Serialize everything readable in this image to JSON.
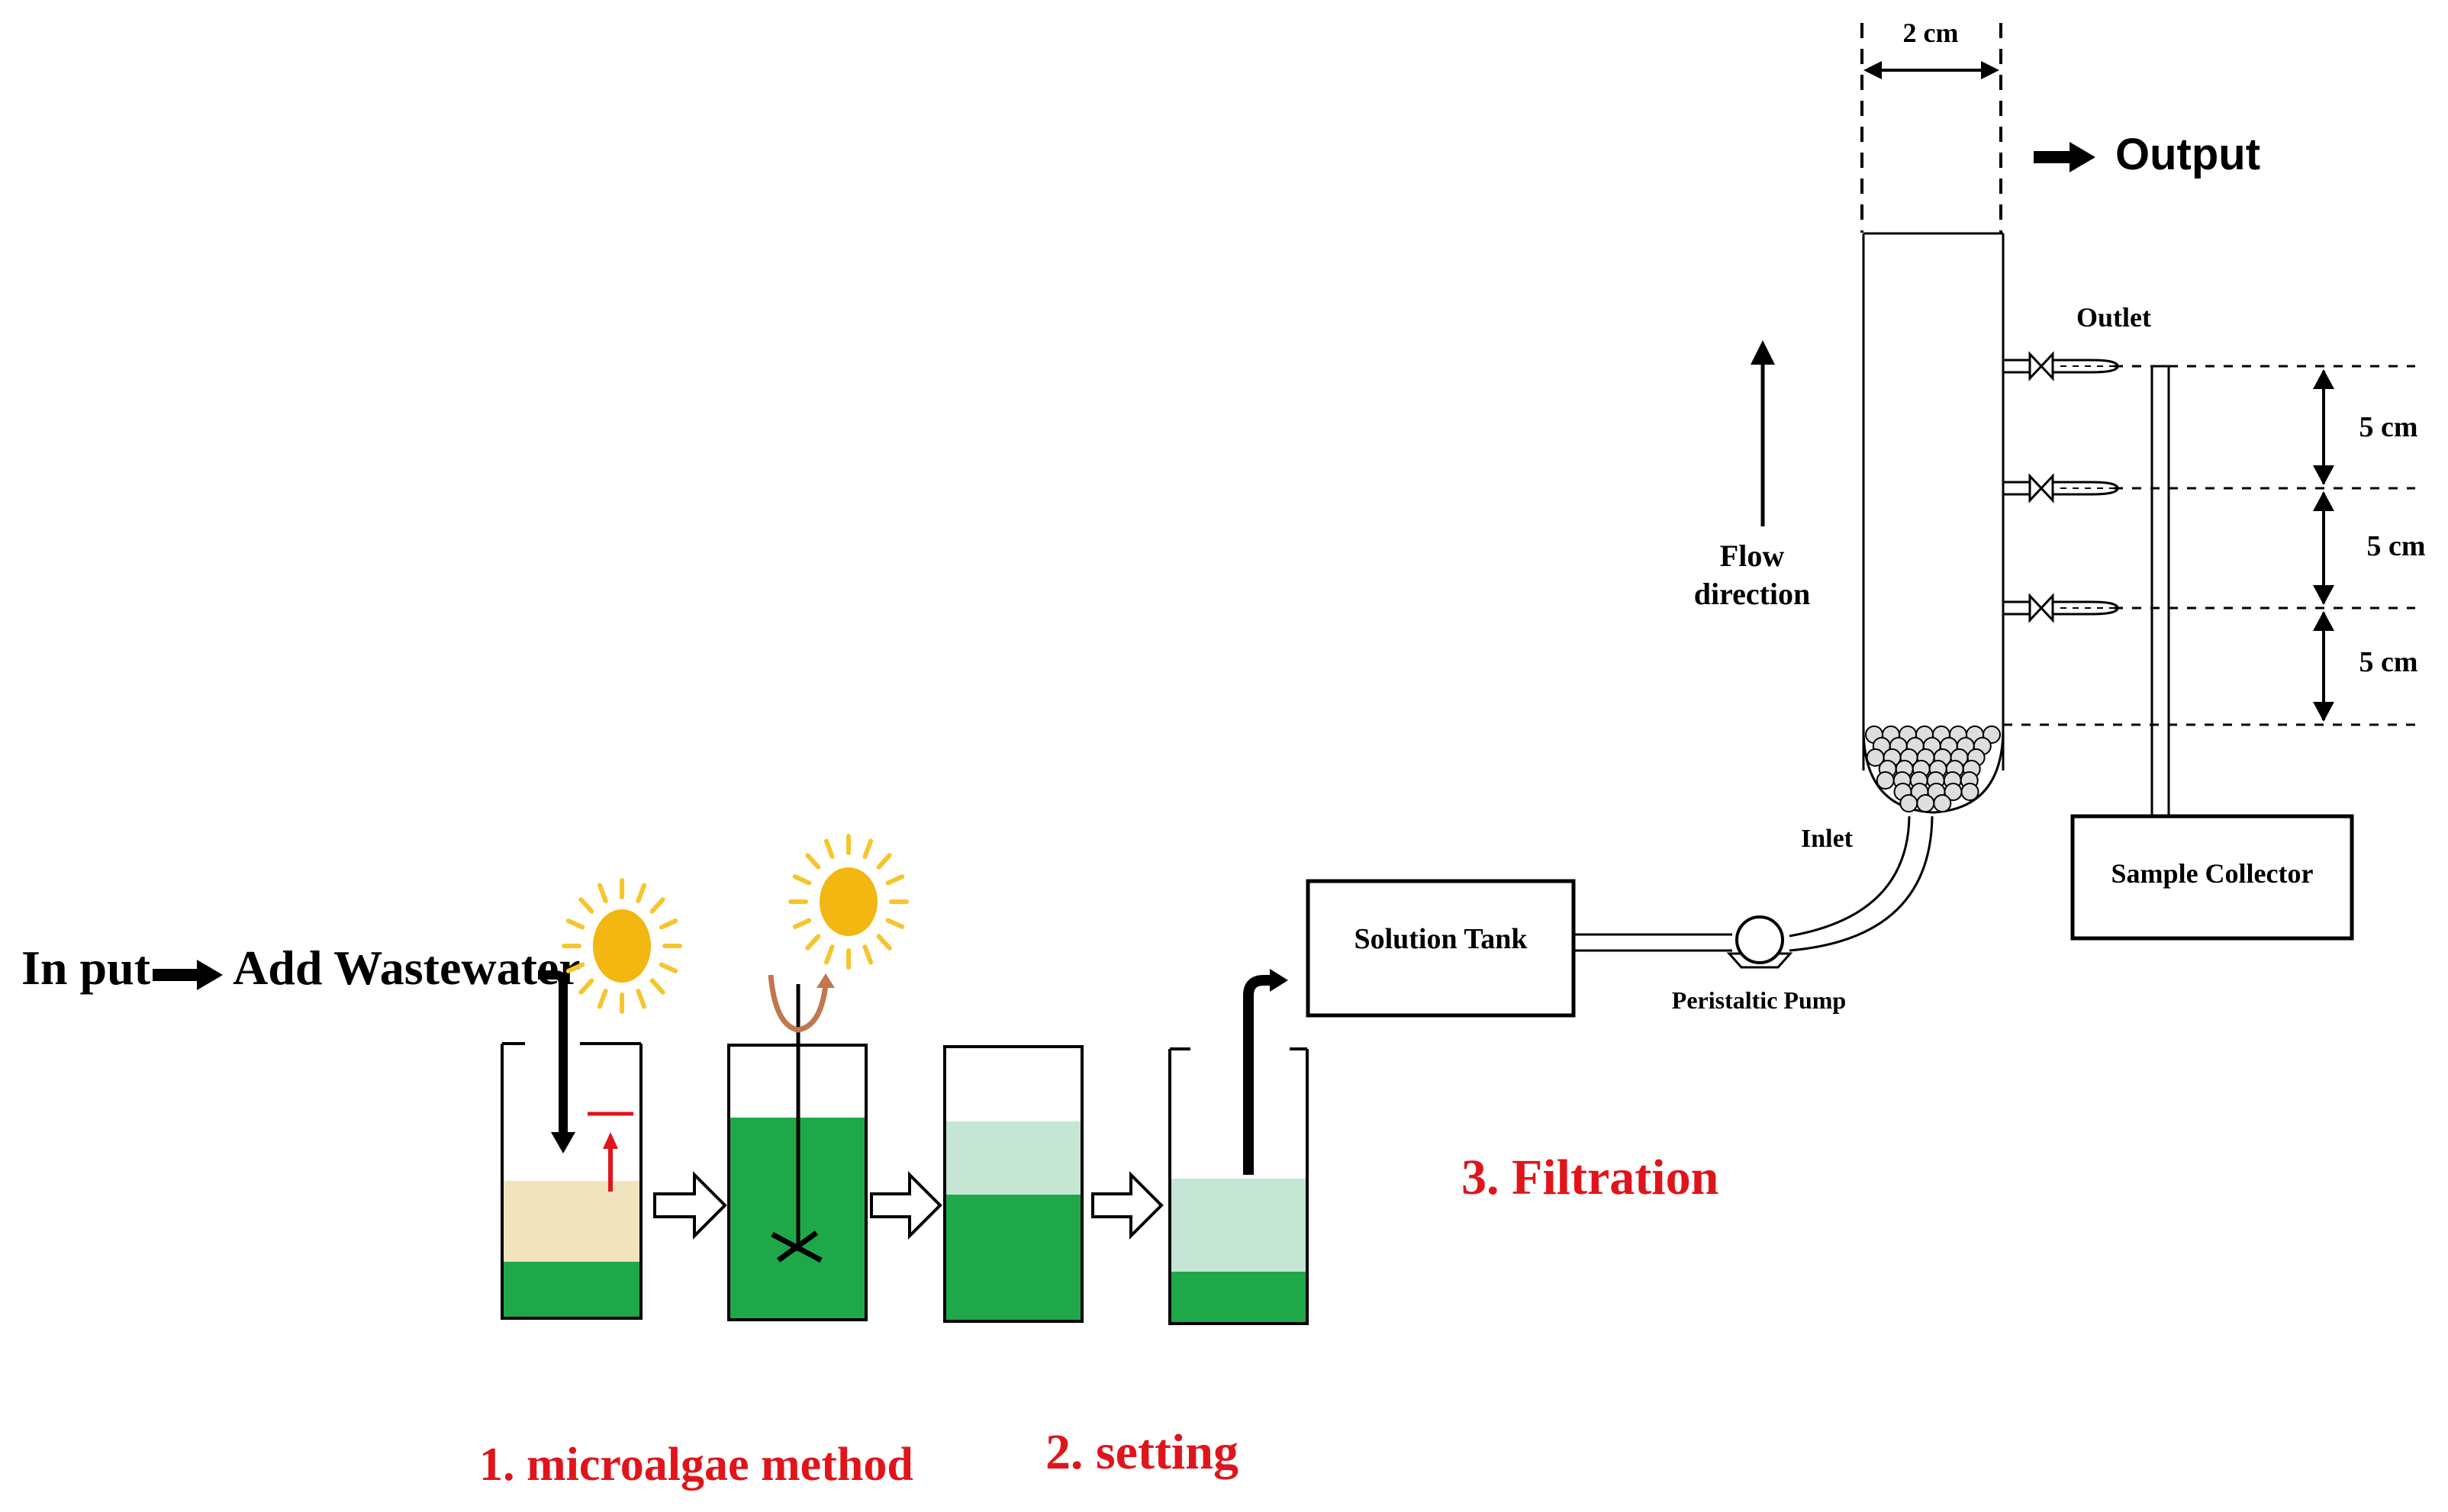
{
  "labels": {
    "input": "In put",
    "add_wastewater": "Add Wastewater",
    "solution_tank": "Solution Tank",
    "peristaltic_pump": "Peristaltic Pump",
    "inlet": "Inlet",
    "outlet": "Outlet",
    "flow_direction_line1": "Flow",
    "flow_direction_line2": "direction",
    "output": "Output",
    "width_dim": "2 cm",
    "spacing_1": "5 cm",
    "spacing_2": "5 cm",
    "spacing_3": "5 cm",
    "sample_collector": "Sample Collector"
  },
  "stages": {
    "stage1": "1. microalgae method",
    "stage2": "2. setting",
    "stage3": "3. Filtration"
  },
  "colors": {
    "algae_green": "#1fa84a",
    "pale_green": "#c5e6d5",
    "wastewater_beige": "#f1e3bd",
    "stage_label_red": "#e0151b",
    "indicator_red": "#e0151b",
    "sun_yellow": "#f2b710",
    "sun_ray": "#f6c52e",
    "stirrer_brown": "#c07850",
    "gravel_fill": "#dedede"
  },
  "icons": [
    "sun-icon",
    "stirrer-icon",
    "arrow-right-icon",
    "hollow-arrow-icon",
    "valve-icon",
    "pump-icon",
    "gravel-bed-icon"
  ]
}
